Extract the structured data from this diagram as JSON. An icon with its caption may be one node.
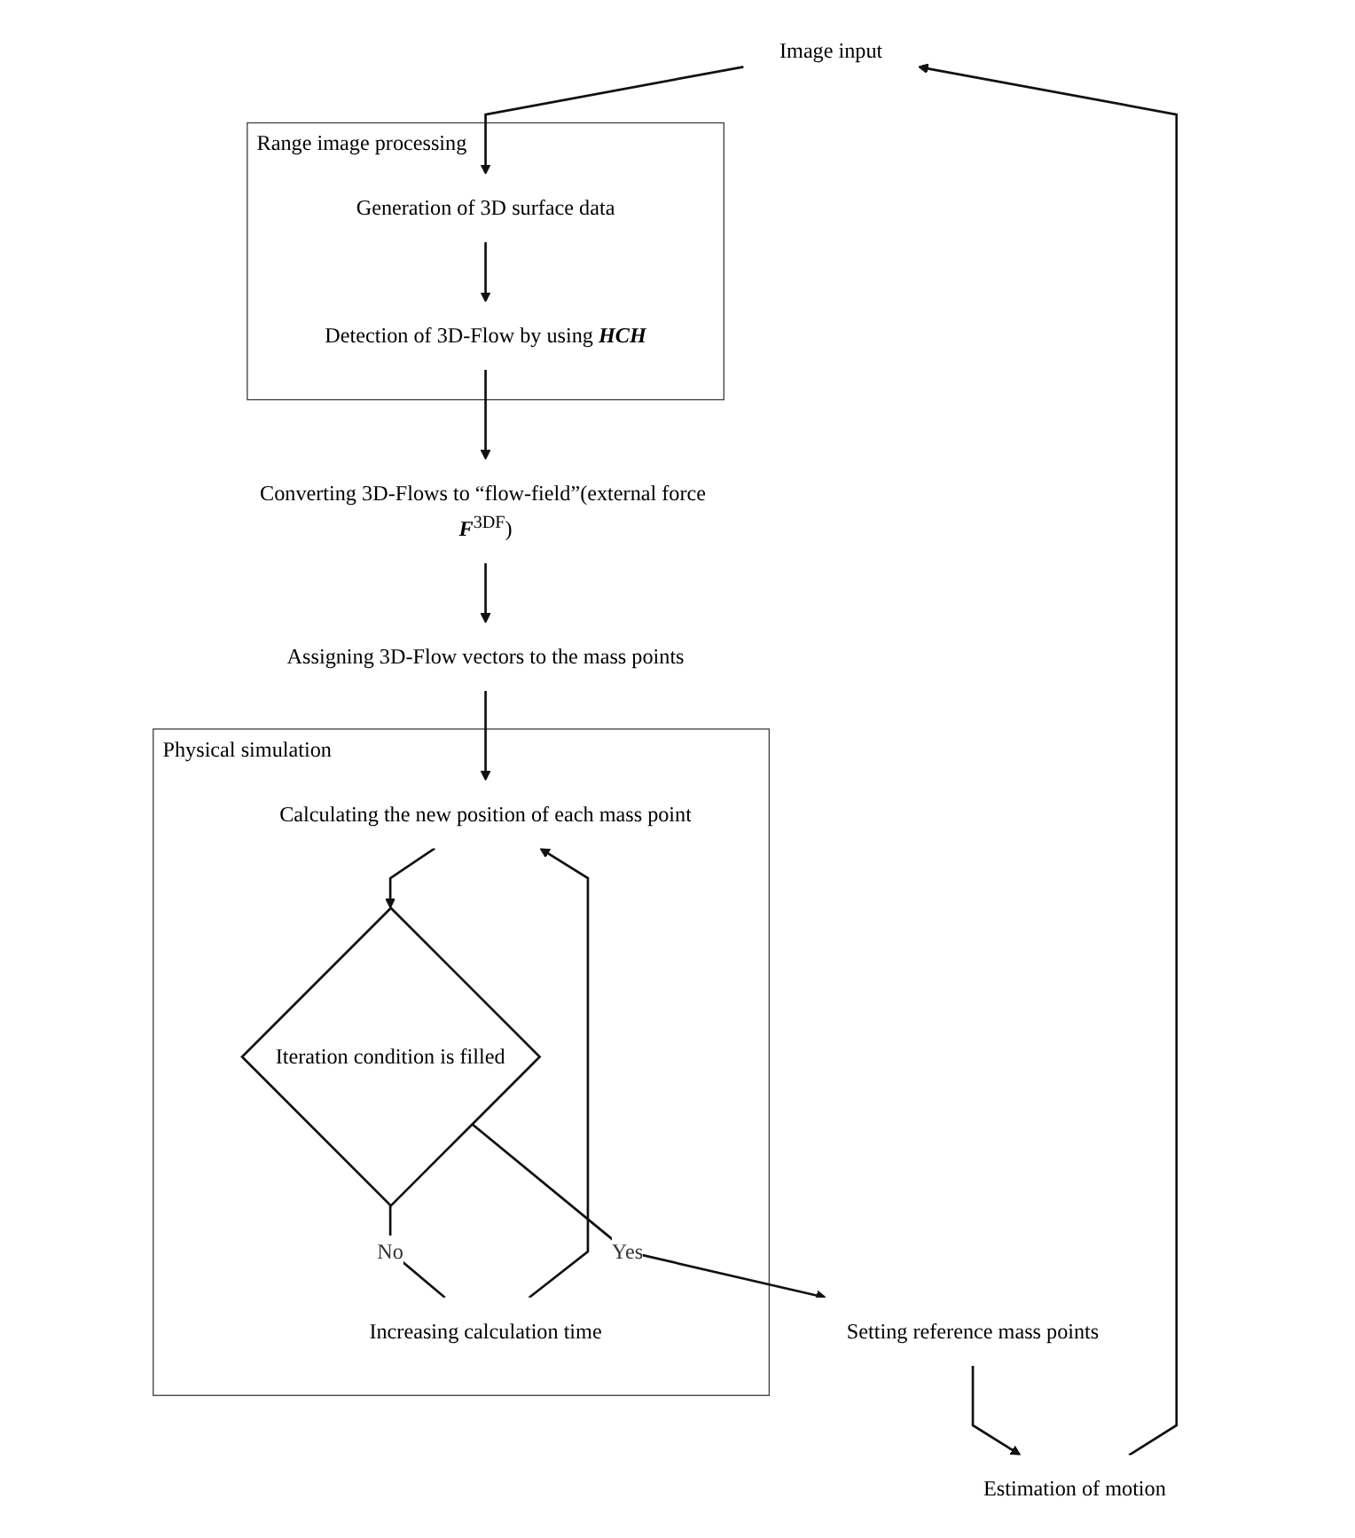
{
  "diagram": {
    "nodes": [
      {
        "text": [
          "Image input"
        ]
      },
      {
        "text": [
          "Range image processing"
        ]
      },
      {
        "text": [
          "Generation of 3D surface data"
        ],
        "in": 1
      },
      {
        "text": [
          "Detection of 3D-Flow by using **HCH**"
        ],
        "in": 1
      },
      {
        "text": [
          "Converting 3D-Flows to “flow-field”(external force **F**$^{3DF}$)"
        ]
      },
      {
        "text": [
          "Assigning 3D-Flow vectors to the mass points"
        ]
      },
      {
        "text": [
          "Physical simulation"
        ]
      },
      {
        "text": [
          "Calculating the new position of each mass point"
        ],
        "in": 6
      },
      {
        "text": [
          "Iteration condition is filled"
        ],
        "in": 6
      },
      {
        "text": [
          "Increasing calculation time"
        ],
        "in": 6
      },
      {
        "text": [
          "Setting reference mass points"
        ]
      },
      {
        "text": [
          "Estimation of motion"
        ]
      }
    ],
    "edges": [
      {
        "from": 0,
        "to": 2,
        "arrow": "to"
      },
      {
        "from": 2,
        "to": 3,
        "arrow": "to"
      },
      {
        "from": 3,
        "to": 4,
        "arrow": "to"
      },
      {
        "from": 4,
        "to": 5,
        "arrow": "to"
      },
      {
        "from": 5,
        "to": 7,
        "arrow": "to"
      },
      {
        "from": 7,
        "to": 8,
        "arrow": "to"
      },
      {
        "from": 8,
        "to": 9,
        "arrow": "none",
        "label": "No"
      },
      {
        "from": 9,
        "to": 7,
        "arrow": "to"
      },
      {
        "from": 8,
        "to": 10,
        "arrow": "to",
        "label": "Yes"
      },
      {
        "from": 10,
        "to": 11,
        "arrow": "to"
      },
      {
        "from": 11,
        "to": 0,
        "arrow": "to"
      }
    ]
  }
}
